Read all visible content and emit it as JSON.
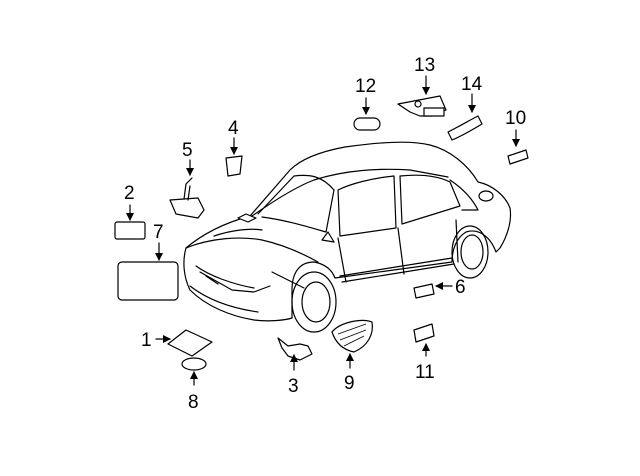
{
  "diagram": {
    "callouts": [
      {
        "id": "callout-1",
        "number": "1"
      },
      {
        "id": "callout-2",
        "number": "2"
      },
      {
        "id": "callout-3",
        "number": "3"
      },
      {
        "id": "callout-4",
        "number": "4"
      },
      {
        "id": "callout-5",
        "number": "5"
      },
      {
        "id": "callout-6",
        "number": "6"
      },
      {
        "id": "callout-7",
        "number": "7"
      },
      {
        "id": "callout-8",
        "number": "8"
      },
      {
        "id": "callout-9",
        "number": "9"
      },
      {
        "id": "callout-10",
        "number": "10"
      },
      {
        "id": "callout-11",
        "number": "11"
      },
      {
        "id": "callout-12",
        "number": "12"
      },
      {
        "id": "callout-13",
        "number": "13"
      },
      {
        "id": "callout-14",
        "number": "14"
      }
    ],
    "line_color": "#000000",
    "background": "#ffffff"
  }
}
